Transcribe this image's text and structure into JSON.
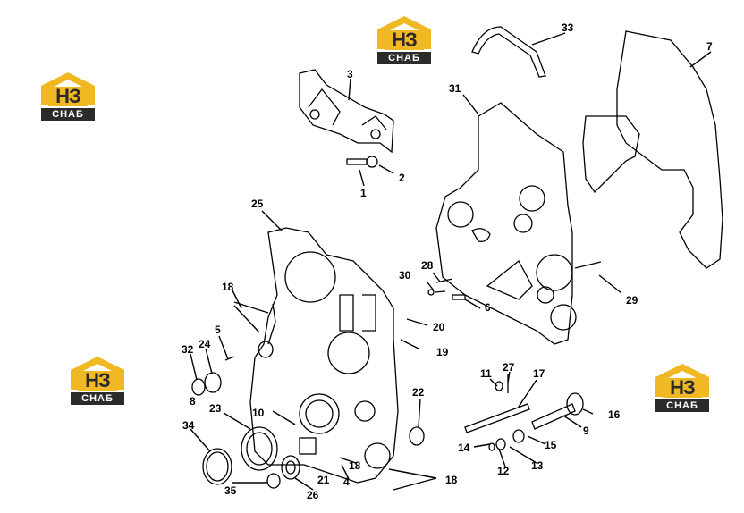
{
  "logos": [
    {
      "id": "logo-1",
      "text_main": "НЗ",
      "text_sub": "СНАБ"
    },
    {
      "id": "logo-2",
      "text_main": "НЗ",
      "text_sub": "СНАБ"
    },
    {
      "id": "logo-3",
      "text_main": "НЗ",
      "text_sub": "СНАБ"
    },
    {
      "id": "logo-4",
      "text_main": "НЗ",
      "text_sub": "СНАБ"
    }
  ],
  "callouts": {
    "c1": "1",
    "c2": "2",
    "c3": "3",
    "c4": "4",
    "c5": "5",
    "c6": "6",
    "c7": "7",
    "c8": "8",
    "c9": "9",
    "c10": "10",
    "c11": "11",
    "c12": "12",
    "c13": "13",
    "c14": "14",
    "c15": "15",
    "c16": "16",
    "c17": "17",
    "c18a": "18",
    "c18b": "18",
    "c18c": "18",
    "c19": "19",
    "c20": "20",
    "c21": "21",
    "c22": "22",
    "c23": "23",
    "c24": "24",
    "c25": "25",
    "c26": "26",
    "c27": "27",
    "c28": "28",
    "c29": "29",
    "c30": "30",
    "c31": "31",
    "c32": "32",
    "c33": "33",
    "c34": "34",
    "c35": "35"
  },
  "colors": {
    "logo_gold": "#f0b823",
    "logo_dark": "#2b2b2b",
    "line": "#000000"
  }
}
